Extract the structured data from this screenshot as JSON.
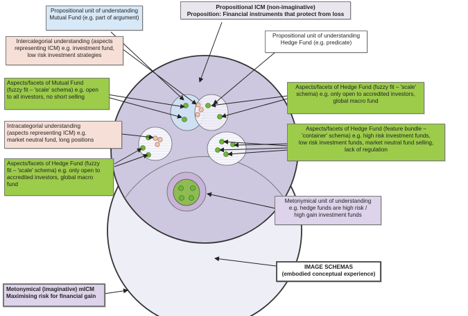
{
  "boxes": {
    "mutual_fund_unit": {
      "line1": "Propositional unit of understanding",
      "line2": "Mutual Fund (e.g. part of argument)"
    },
    "propositional_icm": {
      "line1": "Propositional ICM (non-imaginative)",
      "line2": "Proposition: Financial instruments that protect from loss"
    },
    "intercategorial": {
      "line1": "Intercategorial understanding (aspects",
      "line2": "representing ICM) e.g. investment fund,",
      "line3": "low risk investment strategies"
    },
    "hedge_fund_unit": {
      "line1": "Propositional unit of understanding",
      "line2": "Hedge Fund (e.g. predicate)"
    },
    "mutual_fund_aspects": {
      "line1": "Aspects/facets of Mutual Fund",
      "line2": "(fuzzy fit – 'scale' schema) e.g. open",
      "line3": "to all investors, no short selling"
    },
    "hedge_fund_aspects_top": {
      "line1": "Aspects/facets of Hedge Fund (fuzzy fit – 'scale'",
      "line2": "schema) e.g. only open to accredited investors,",
      "line3": "global macro fund"
    },
    "intracategorial": {
      "line1": "Intracategorial understanding",
      "line2": "(aspects representing ICM) e.g.",
      "line3": "market neutral fund, long positions"
    },
    "hedge_fund_feature_bundle": {
      "line1": "Aspects/facets of Hedge Fund (feature bundle –",
      "line2": "'container' schema) e.g. high risk investment funds,",
      "line3": "low risk investment funds, market neutral fund selling,",
      "line4": "lack of regulation"
    },
    "hedge_fund_aspects_left": {
      "line1": "Aspects/facets of Hedge Fund (fuzzy",
      "line2": "fit – 'scale' schema) e.g. only open to",
      "line3": "accredited investors, global macro",
      "line4": "fund"
    },
    "metonymical_unit": {
      "line1": "Metonymical unit of understanding",
      "line2": "e.g. hedge funds are high risk /",
      "line3": "high gain investment funds"
    },
    "image_schemas": {
      "line1": "IMAGE SCHEMAS",
      "line2": "(embodied conceptual experience)"
    },
    "metonymical_micm": {
      "line1": "Metonymical (imaginative) mICM",
      "line2": "Maximising risk for financial gain"
    }
  },
  "colors": {
    "blue_box": "#d7e8f7",
    "pink_box": "#f6dfd6",
    "green_box": "#9ccc4a",
    "lilac_box": "#ddd3ea",
    "circle_top": "#cdc8e0",
    "circle_bottom": "#eeeef6",
    "dot_green": "#6fb83a",
    "dot_pink": "#f0c7b4"
  }
}
